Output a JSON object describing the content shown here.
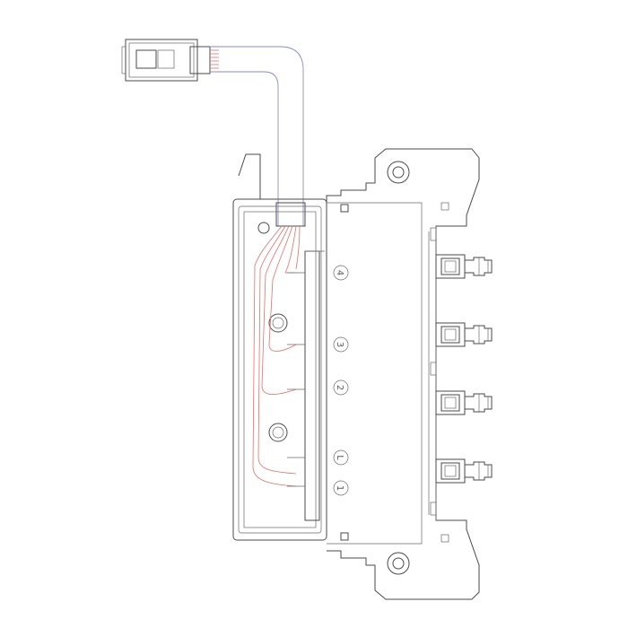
{
  "diagram": {
    "position_labels": [
      {
        "id": "pos-4",
        "text": "4"
      },
      {
        "id": "pos-3",
        "text": "3"
      },
      {
        "id": "pos-2",
        "text": "2"
      },
      {
        "id": "pos-l",
        "text": "L"
      },
      {
        "id": "pos-1",
        "text": "1"
      }
    ],
    "colors": {
      "outline": "#4a4a4a",
      "wire": "#e0706a",
      "cable_edge": "#8a8ad0",
      "background": "#ffffff"
    }
  }
}
